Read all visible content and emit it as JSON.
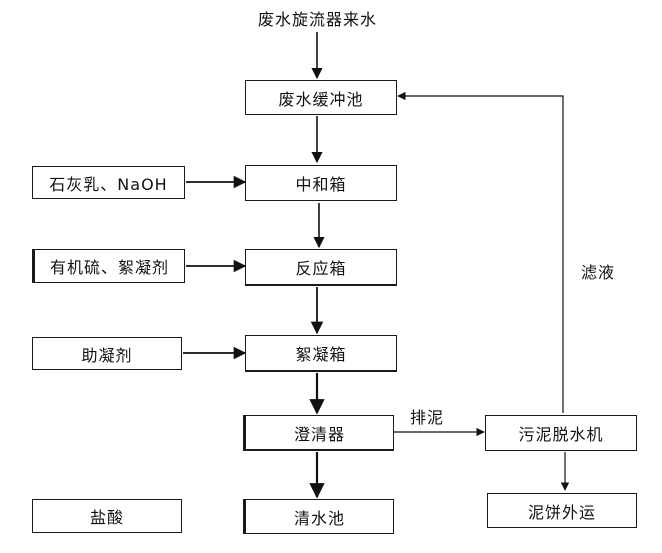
{
  "diagram": {
    "source_label": "废水旋流器来水",
    "main_flow": [
      "废水缓冲池",
      "中和箱",
      "反应箱",
      "絮凝箱",
      "澄清器",
      "清水池"
    ],
    "side_inputs": [
      "石灰乳、NaOH",
      "有机硫、絮凝剂",
      "助凝剂",
      "盐酸"
    ],
    "sludge_branch": {
      "dewatering": "污泥脱水机",
      "cake_out": "泥饼外运"
    },
    "edge_labels": {
      "sludge_discharge": "排泥",
      "filtrate": "滤液"
    }
  }
}
